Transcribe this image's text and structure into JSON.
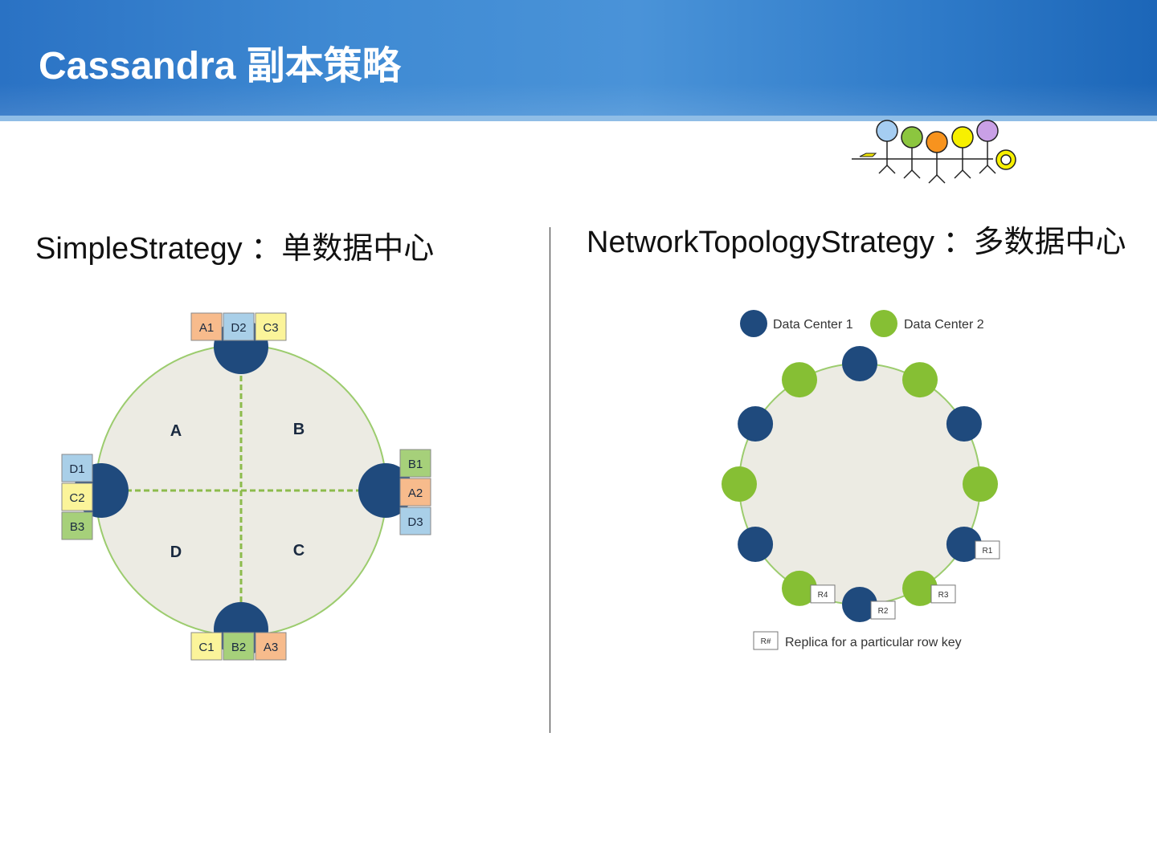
{
  "slide": {
    "title": "Cassandra 副本策略"
  },
  "simple": {
    "heading": "SimpleStrategy ：单数据中心",
    "quadrants": [
      "A",
      "B",
      "D",
      "C"
    ],
    "nodes": [
      {
        "position": "top",
        "replicas": [
          "A1",
          "D2",
          "C3"
        ]
      },
      {
        "position": "right",
        "replicas": [
          "B1",
          "A2",
          "D3"
        ]
      },
      {
        "position": "bottom",
        "replicas": [
          "C1",
          "B2",
          "A3"
        ]
      },
      {
        "position": "left",
        "replicas": [
          "D1",
          "C2",
          "B3"
        ]
      }
    ],
    "colors": {
      "A": "#f7bb8c",
      "B": "#a6d07a",
      "C": "#fbf49a",
      "D": "#a9cfe8",
      "node": "#1f4a7d",
      "ring_fill": "#ecebe3",
      "ring_stroke": "#9ccc6e"
    }
  },
  "network": {
    "heading": "NetworkTopologyStrategy ：多数据中心",
    "legend": {
      "dc1": "Data Center 1",
      "dc2": "Data Center 2",
      "replica_key": "R#",
      "replica_text": "Replica for a particular row key"
    },
    "nodes": [
      {
        "dc": 1,
        "replica": ""
      },
      {
        "dc": 2,
        "replica": ""
      },
      {
        "dc": 1,
        "replica": ""
      },
      {
        "dc": 2,
        "replica": ""
      },
      {
        "dc": 1,
        "replica": "R1"
      },
      {
        "dc": 2,
        "replica": "R3"
      },
      {
        "dc": 1,
        "replica": "R2"
      },
      {
        "dc": 2,
        "replica": "R4"
      },
      {
        "dc": 1,
        "replica": ""
      },
      {
        "dc": 2,
        "replica": ""
      },
      {
        "dc": 1,
        "replica": ""
      },
      {
        "dc": 2,
        "replica": ""
      }
    ],
    "colors": {
      "dc1": "#1f4a7d",
      "dc2": "#86bf34",
      "ring_fill": "#ecebe3",
      "ring_stroke": "#9ccc6e"
    }
  }
}
